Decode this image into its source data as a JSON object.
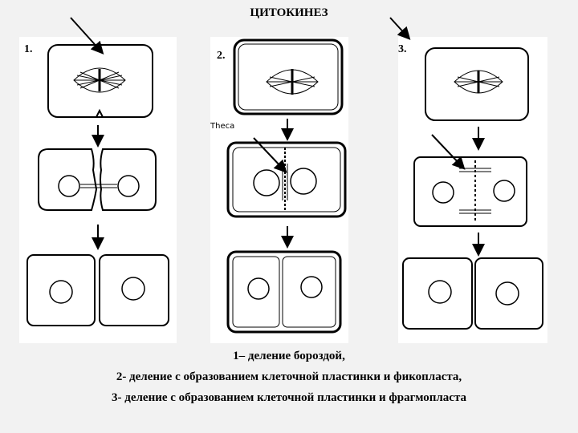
{
  "title": "ЦИТОКИНЕЗ",
  "panels": [
    {
      "number": "1."
    },
    {
      "number": "2.",
      "theca_label": "Theca"
    },
    {
      "number": "3."
    }
  ],
  "captions": [
    "1– деление бороздой,",
    "2- деление с образованием клеточной пластинки и фикопласта,",
    "3- деление с образованием клеточной пластинки и фрагмопласта"
  ]
}
